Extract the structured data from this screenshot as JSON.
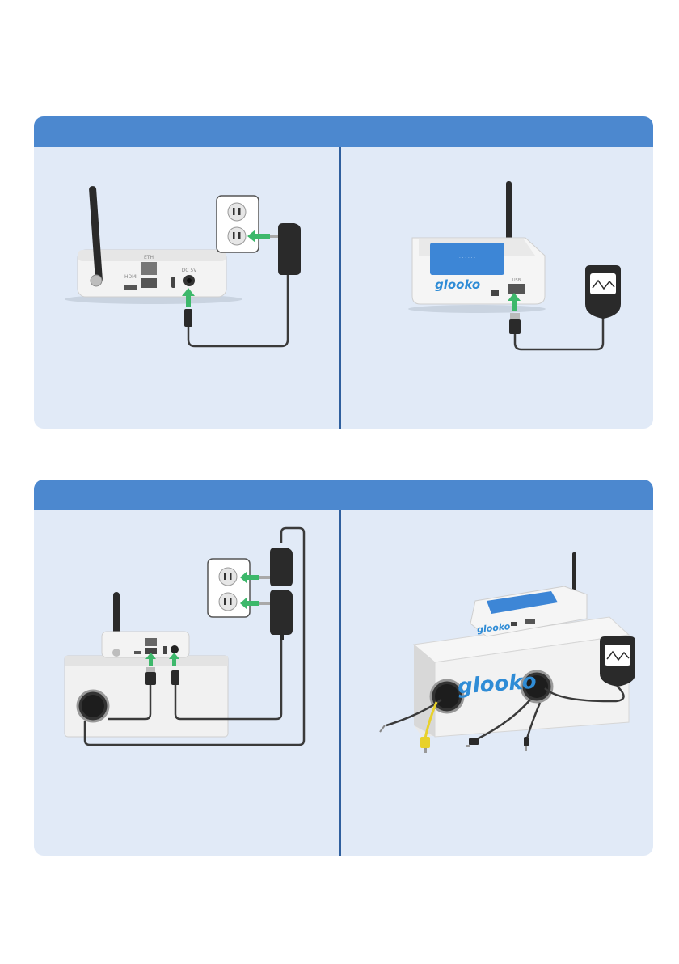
{
  "brand": {
    "logo_text": "glooko"
  },
  "labels": {
    "hdmi": "HDMI",
    "eth": "ETH",
    "usb": "USB",
    "dc": "DC 5V"
  },
  "colors": {
    "header_blue": "#4c88cf",
    "panel_bg": "#e1eaf7",
    "arrow_green": "#3db86b",
    "cable": "#3a3a3a",
    "yellow_cable": "#e8d12b"
  },
  "icons": {
    "outlet": "power-outlet-icon",
    "adapter": "power-adapter-icon",
    "meter": "glucose-meter-icon"
  }
}
